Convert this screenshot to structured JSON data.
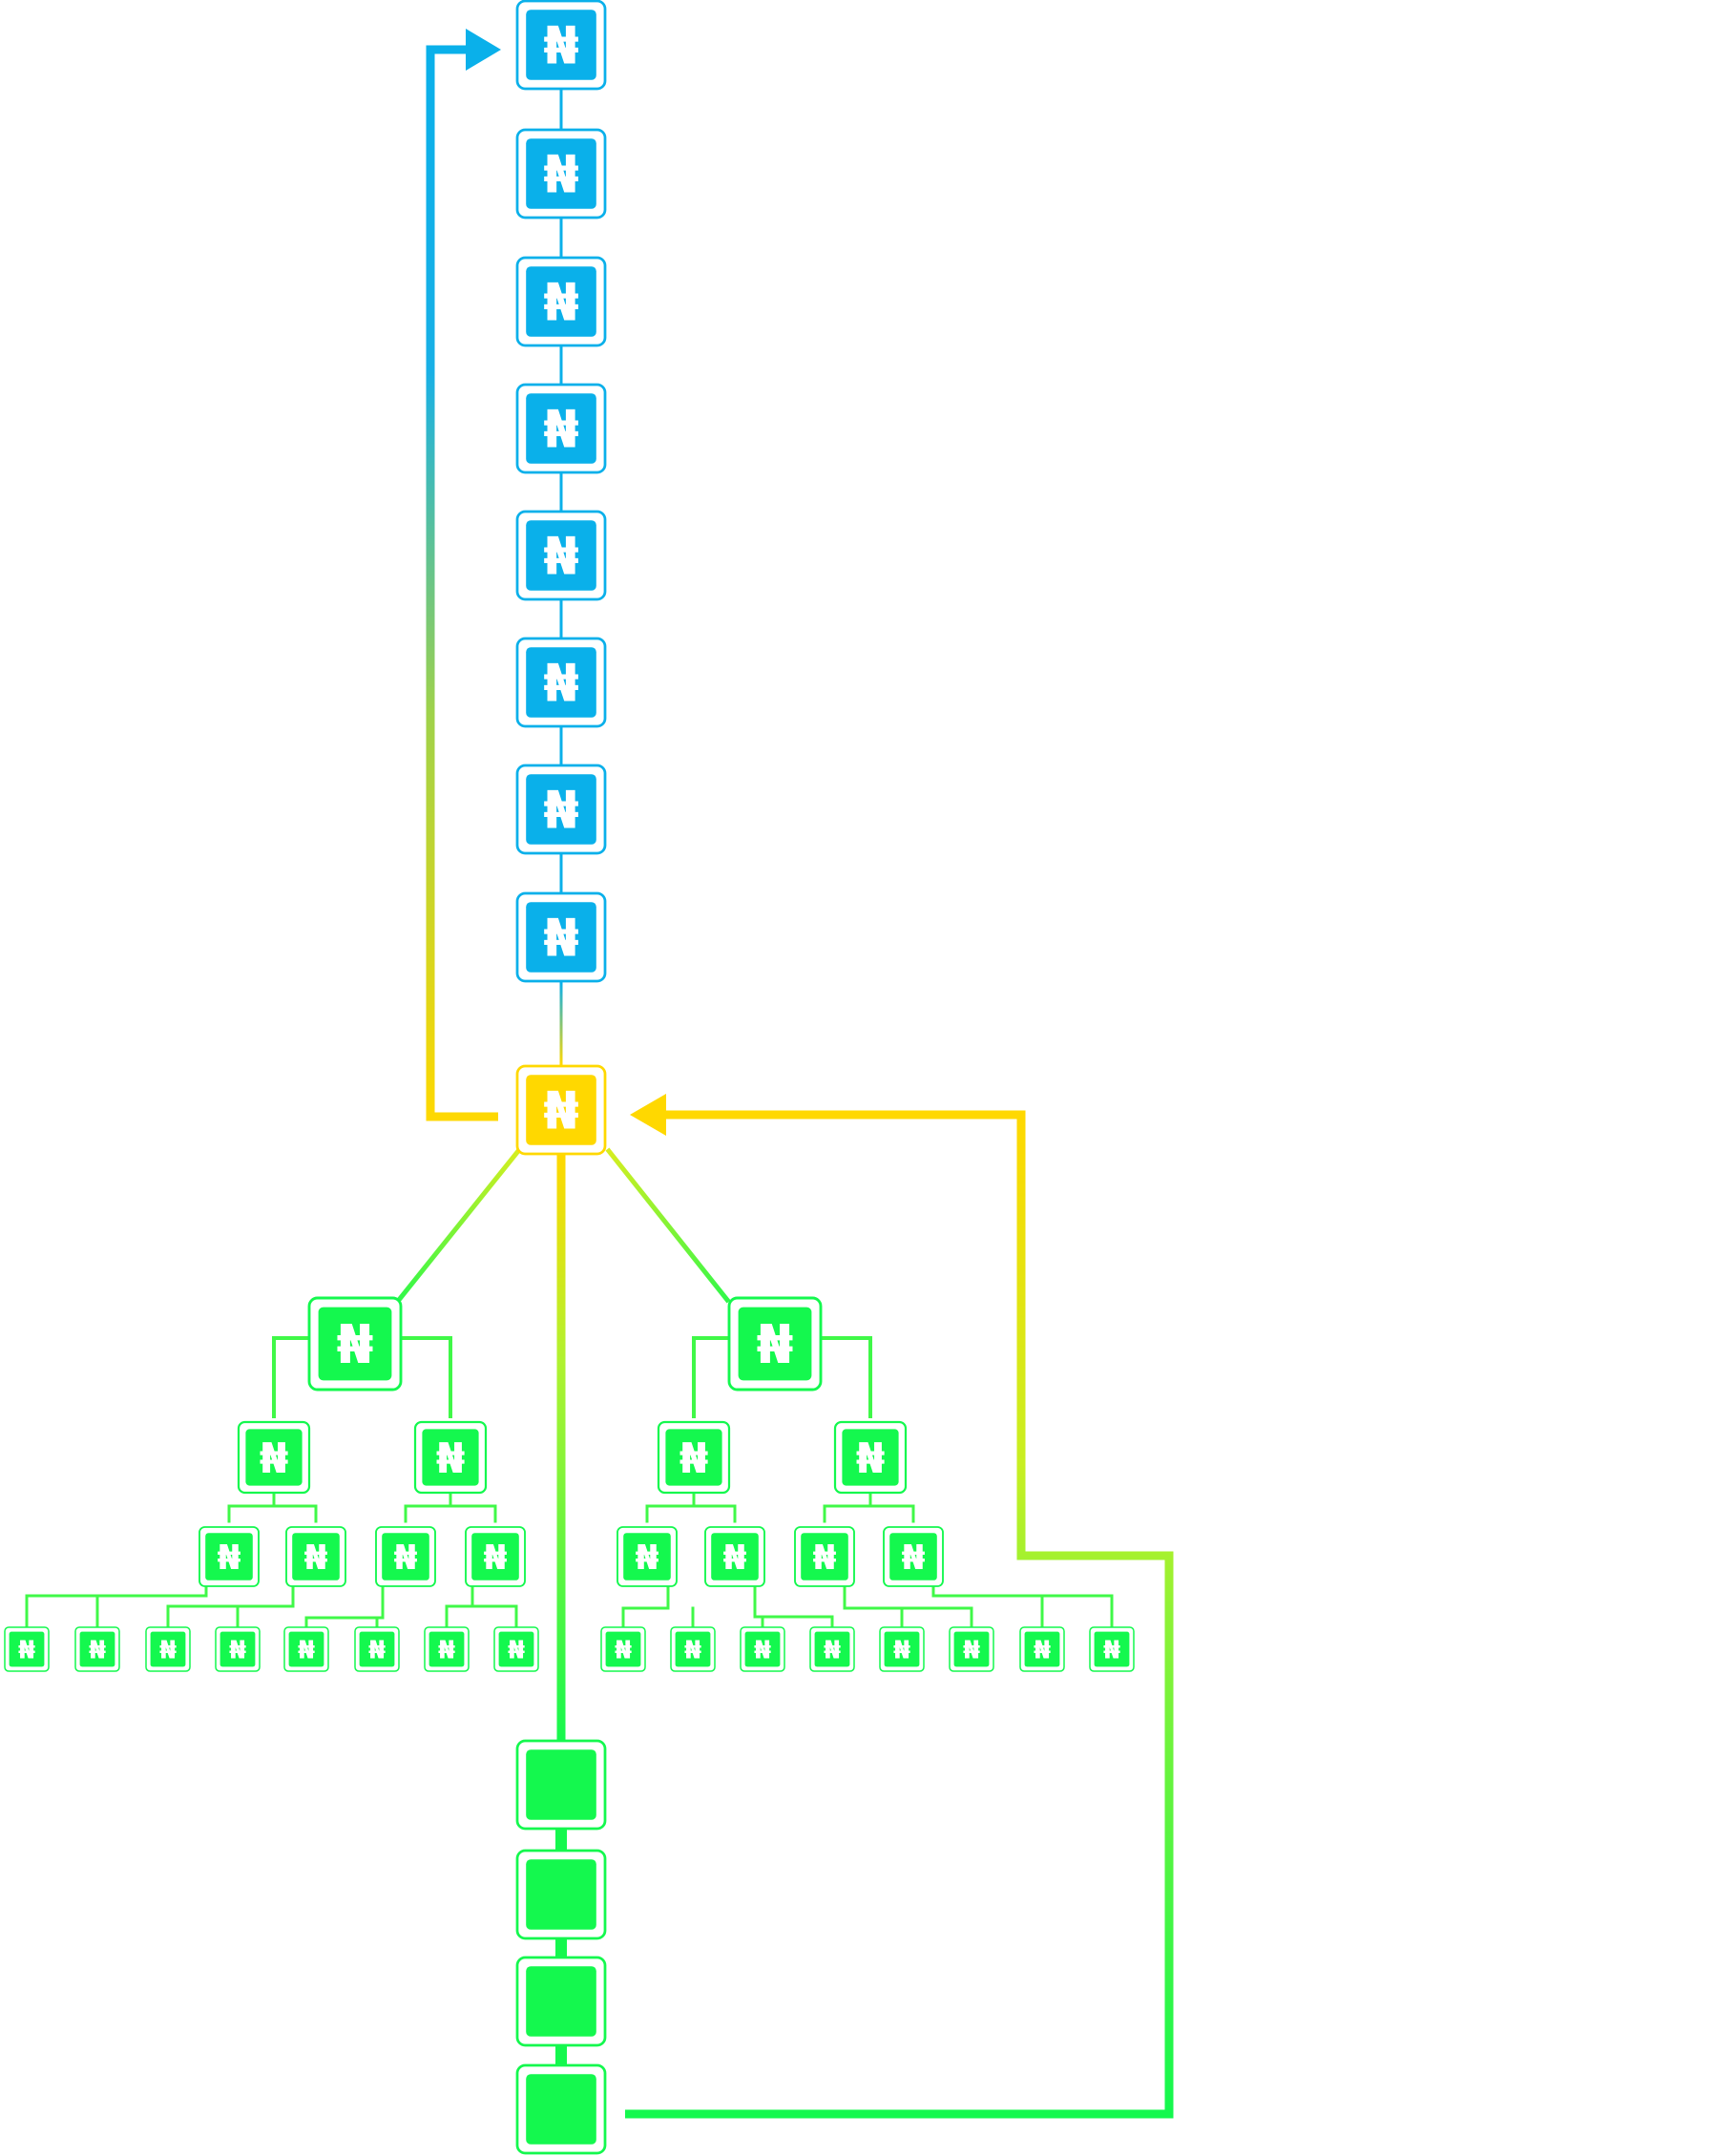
{
  "symbol": "₦",
  "colors": {
    "blue": "#0ab0ea",
    "yellow": "#ffd800",
    "green": "#14f84e",
    "light_green": "#bbf52a",
    "mid_green": "#40f848",
    "text": "#ffffff",
    "background": "#ffffff"
  },
  "nodes": {
    "chain_count": 8,
    "hub_count": 1,
    "branch_count": 2,
    "level2_count": 4,
    "level3_count": 8,
    "leaf_count": 16,
    "blank_block_count": 4
  },
  "arrows": [
    {
      "name": "return-arrow-to-top",
      "from": "hub",
      "to": "chain-top",
      "color": "blue-yellow gradient"
    },
    {
      "name": "return-arrow-to-hub",
      "from": "blank-block-bottom",
      "to": "hub",
      "color": "green-yellow gradient"
    }
  ]
}
